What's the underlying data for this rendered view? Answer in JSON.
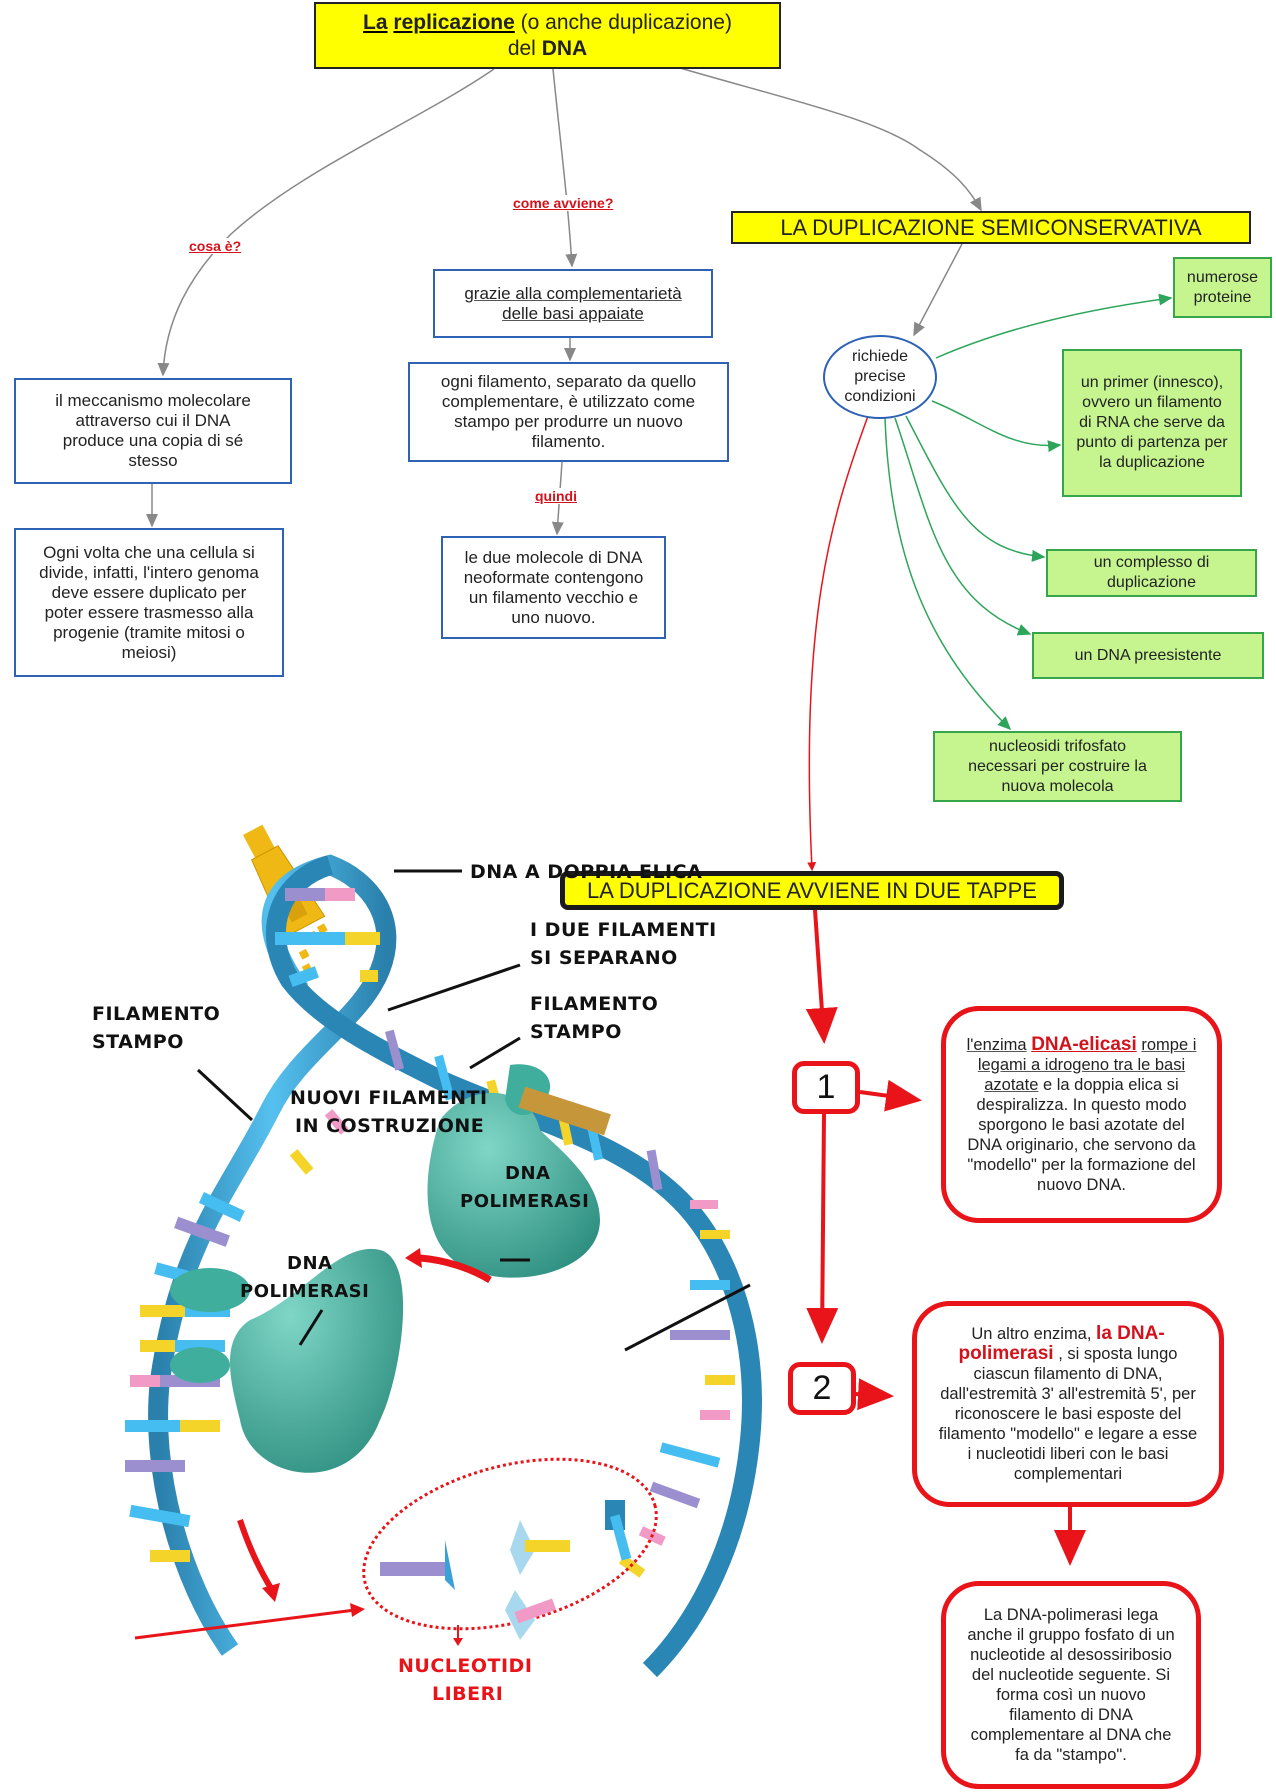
{
  "title": {
    "part1": "La",
    "part2": "replicazione",
    "part3": "(o anche duplicazione)",
    "part4": "del",
    "part5": "DNA"
  },
  "link_labels": {
    "what": "cosa è?",
    "how": "come avviene?",
    "so": "quindi"
  },
  "left_branch": {
    "definition": "il meccanismo molecolare attraverso cui il DNA produce una copia di sé stesso",
    "explanation": "Ogni volta che una cellula si divide, infatti, l'intero genoma deve essere duplicato per poter essere trasmesso alla progenie (tramite mitosi o meiosi)"
  },
  "center_branch": {
    "complementarity": "grazie alla complementarietà delle basi appaiate",
    "template": "ogni filamento, separato da quello complementare, è utilizzato come stampo per produrre un nuovo filamento.",
    "result": "le due molecole di DNA neoformate contengono un filamento vecchio e uno nuovo."
  },
  "right_branch": {
    "heading": "LA DUPLICAZIONE SEMICONSERVATIVA",
    "requires": "richiede precise condizioni",
    "conditions": [
      "numerose proteine",
      "un primer (innesco), ovvero un filamento di RNA che serve da punto di partenza per la duplicazione",
      "un complesso di duplicazione",
      "un DNA preesistente",
      "nucleosidi trifosfato necessari per costruire la nuova molecola"
    ]
  },
  "stages": {
    "heading": "LA DUPLICAZIONE AVVIENE IN DUE TAPPE",
    "step1": {
      "number": "1",
      "pre": "l'enzima",
      "enzyme": "DNA-elicasi",
      "underlined": "rompe i legami a idrogeno tra le basi azotate",
      "rest": "e la doppia elica si despiralizza. In questo modo sporgono le basi azotate del DNA originario, che servono da \"modello\" per la formazione del nuovo DNA."
    },
    "step2": {
      "number": "2",
      "pre": "Un altro enzima,",
      "enzyme": "la DNA-polimerasi",
      "rest": ", si sposta lungo ciascun filamento di DNA, dall'estremità 3' all'estremità 5', per riconoscere le basi esposte del filamento \"modello\" e legare a esse i nucleotidi liberi con le basi complementari"
    },
    "step3": {
      "text": "La DNA-polimerasi lega anche il gruppo fosfato di un nucleotide al desossiribosio del nucleotide seguente. Si forma così un nuovo filamento di DNA complementare al DNA che fa da \"stampo\"."
    }
  },
  "illustration": {
    "labels": {
      "double_helix": "DNA A DOPPIA ELICA",
      "separate_1": "I DUE FILAMENTI",
      "separate_2": "SI SEPARANO",
      "template_right_1": "FILAMENTO",
      "template_right_2": "STAMPO",
      "template_left_1": "FILAMENTO",
      "template_left_2": "STAMPO",
      "new_strands_1": "NUOVI FILAMENTI",
      "new_strands_2": "IN COSTRUZIONE",
      "polymerase_a_1": "DNA",
      "polymerase_a_2": "POLIMERASI",
      "polymerase_b_1": "DNA",
      "polymerase_b_2": "POLIMERASI",
      "free_nucleotides_1": "NUCLEOTIDI",
      "free_nucleotides_2": "LIBERI"
    },
    "colors": {
      "strand": "#3aa0d8",
      "strand_dark": "#2a7fab",
      "base_purple": "#9b8fd0",
      "base_pink": "#f29ac6",
      "base_yellow": "#f5d42a",
      "base_blue": "#45bdf0",
      "enzyme": "#3fae9c",
      "zipper": "#f0b814",
      "accent_red": "#e8141a"
    }
  },
  "colors": {
    "title_bg": "#ffff00",
    "blue_border": "#2d62b5",
    "green_fill": "#c6f58f",
    "green_border": "#37a64a",
    "red": "#e8141a",
    "label_red": "#d4121b",
    "connector_gray": "#888888"
  }
}
